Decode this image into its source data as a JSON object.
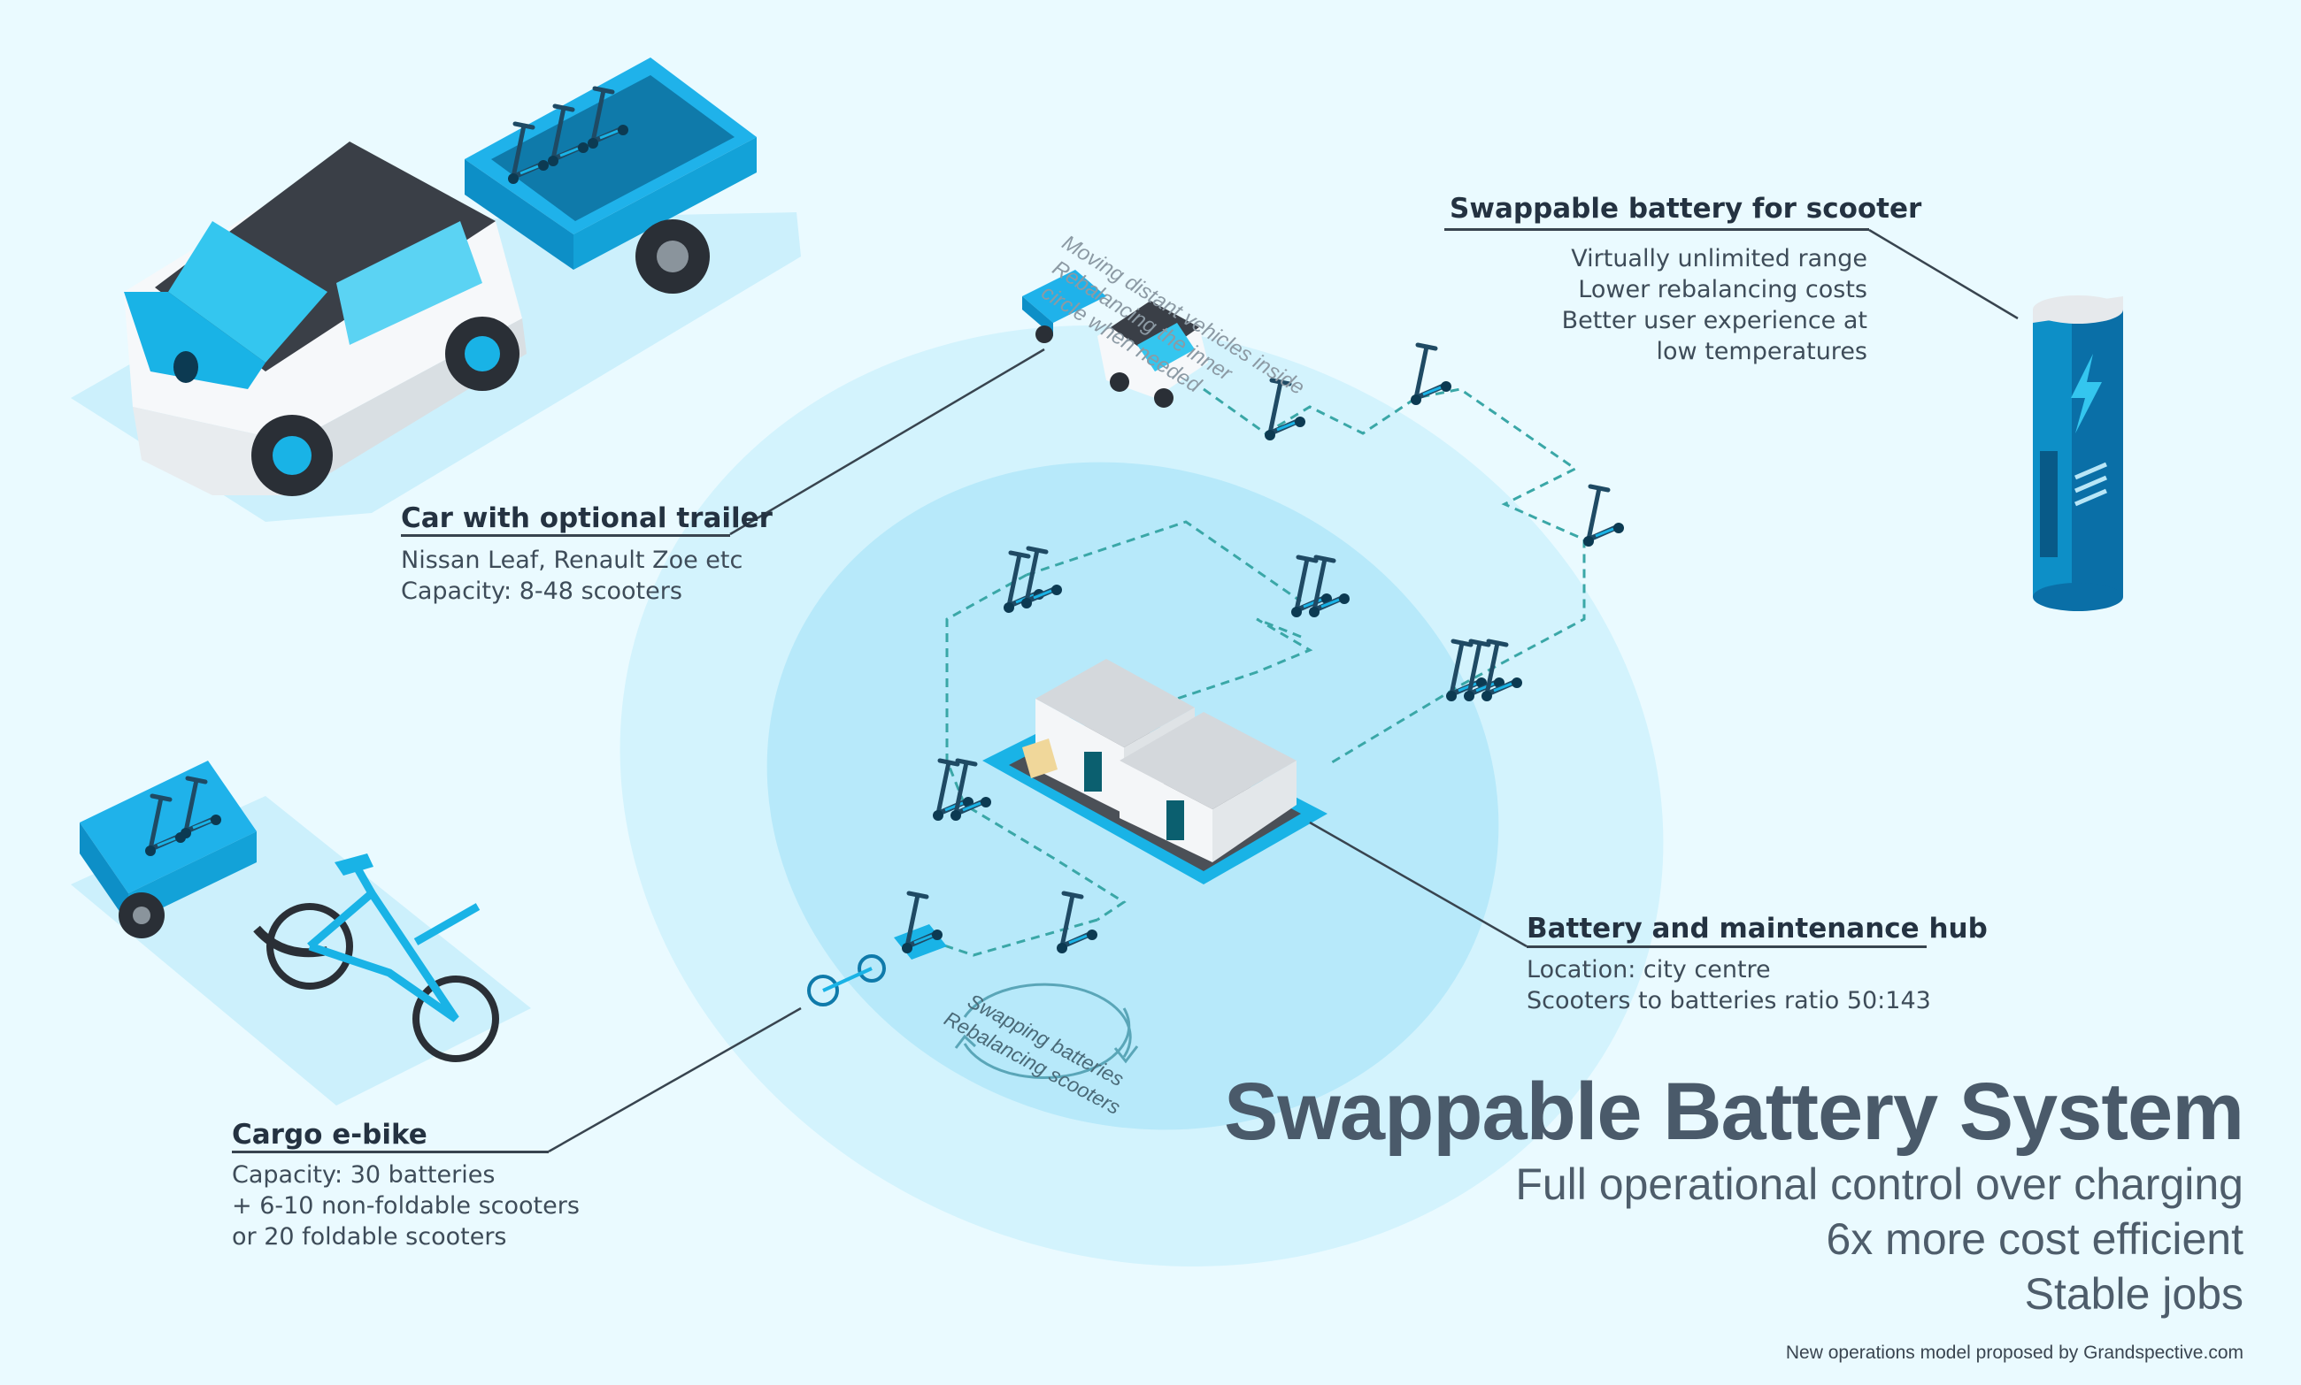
{
  "title": "Swappable Battery System",
  "subtitle_lines": [
    "Full operational control over charging",
    "6x more cost efficient",
    "Stable jobs"
  ],
  "footer": "New operations model proposed by Grandspective.com",
  "car": {
    "title": "Car with optional trailer",
    "lines": [
      "Nissan Leaf, Renault Zoe etc",
      "Capacity: 8-48 scooters"
    ]
  },
  "battery": {
    "title": "Swappable battery for scooter",
    "lines": [
      "Virtually unlimited range",
      "Lower rebalancing costs",
      "Better user experience at",
      "low temperatures"
    ]
  },
  "hub": {
    "title": "Battery and maintenance hub",
    "lines": [
      "Location: city centre",
      "Scooters to batteries ratio 50:143"
    ]
  },
  "bike": {
    "title": "Cargo e-bike",
    "lines": [
      "Capacity: 30 batteries",
      "+ 6-10 non-foldable scooters",
      "or 20 foldable scooters"
    ]
  },
  "annotations": {
    "outer": [
      "Moving distant vehicles inside",
      "Rebalancing the inner",
      "circle when needed"
    ],
    "inner": [
      "Swapping batteries",
      "Rebalancing scooters"
    ]
  },
  "colors": {
    "background": "#eafaff",
    "outer_zone": "#d3f3fd",
    "inner_zone": "#b7e9fa",
    "accent_blue": "#19b3e6",
    "dark_blue": "#0a6fa7",
    "dark_gray": "#3b4650",
    "route": "#3aa7a7"
  },
  "icons": [
    "car-icon",
    "trailer-icon",
    "cargo-bike-icon",
    "battery-icon",
    "lightning-icon",
    "hub-building-icon",
    "scooter-icon",
    "cycle-arrows-icon"
  ]
}
